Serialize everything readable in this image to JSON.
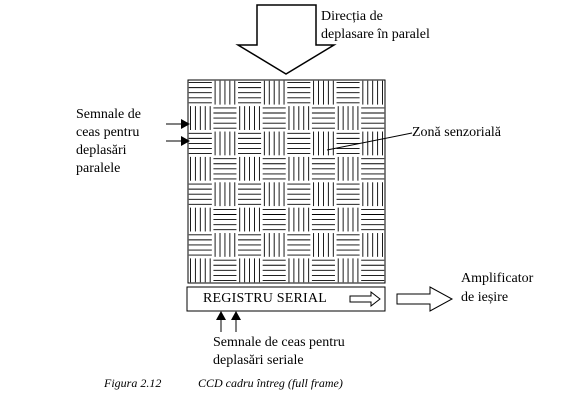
{
  "labels": {
    "direction_line1": "Direcția de",
    "direction_line2": "deplasare în paralel",
    "parallel_clock_line1": "Semnale de",
    "parallel_clock_line2": "ceas pentru",
    "parallel_clock_line3": "deplasări",
    "parallel_clock_line4": "paralele",
    "sensor_zone": "Zonă senzorială",
    "serial_register": "REGISTRU SERIAL",
    "amplifier_line1": "Amplificator",
    "amplifier_line2": "de ieșire",
    "serial_clock_line1": "Semnale de ceas pentru",
    "serial_clock_line2": "deplasări seriale"
  },
  "caption": {
    "figure_number": "Figura 2.12",
    "figure_title": "CCD cadru întreg (full frame)"
  },
  "sensor_grid": {
    "rows": 8,
    "cols": 8,
    "pattern": "checkerboard-hatch",
    "first_cell_orientation": "horizontal"
  },
  "colors": {
    "ink": "#000000",
    "background": "#ffffff"
  }
}
